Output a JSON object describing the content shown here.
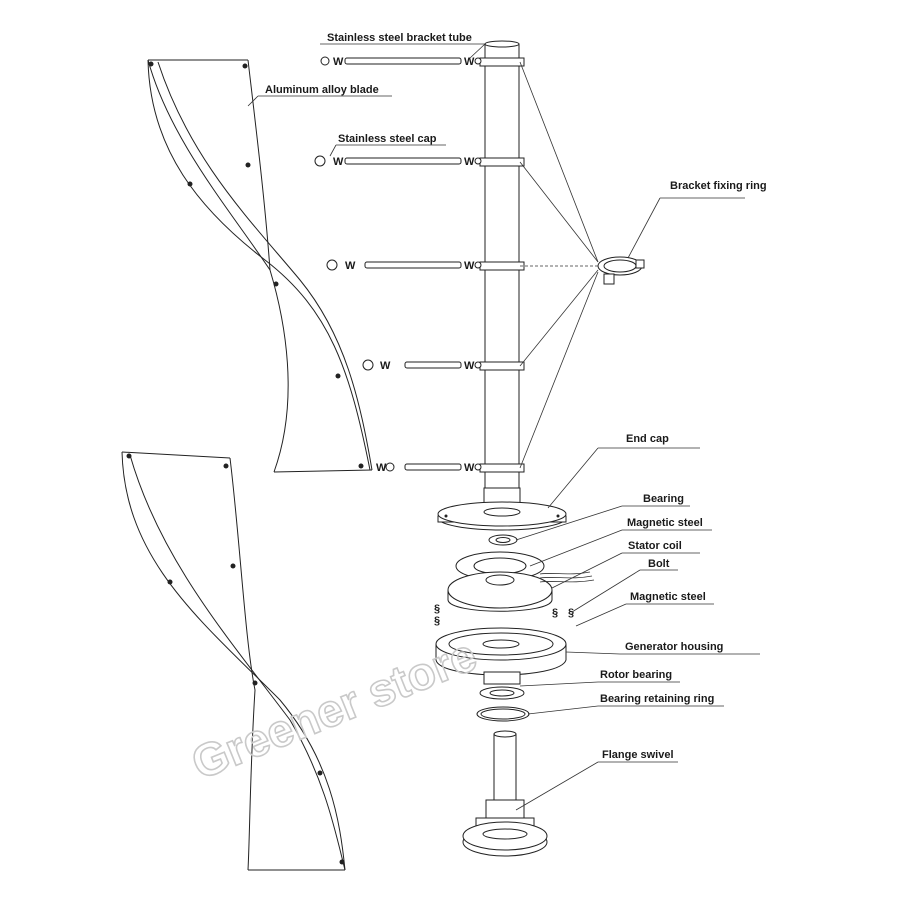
{
  "labels": {
    "bracket_tube": "Stainless steel bracket tube",
    "blade": "Aluminum alloy blade",
    "cap": "Stainless steel cap",
    "fixing_ring": "Bracket fixing ring",
    "end_cap": "End cap",
    "bearing": "Bearing",
    "magnetic_steel_1": "Magnetic steel",
    "stator_coil": "Stator coil",
    "bolt": "Bolt",
    "magnetic_steel_2": "Magnetic steel",
    "generator_housing": "Generator housing",
    "rotor_bearing": "Rotor bearing",
    "retaining_ring": "Bearing retaining ring",
    "flange_swivel": "Flange swivel"
  },
  "watermark": "Greener store"
}
